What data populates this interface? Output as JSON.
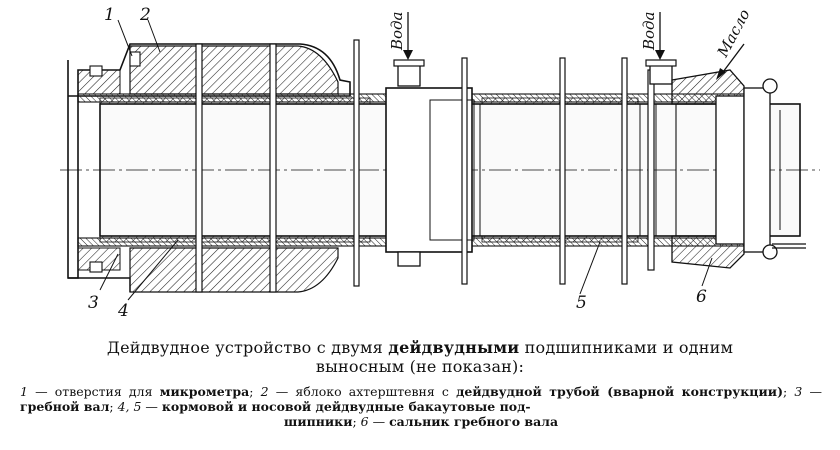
{
  "labels": {
    "l1": "1",
    "l2": "2",
    "l3": "3",
    "l4": "4",
    "l5": "5",
    "l6": "6",
    "water_1": "Вода",
    "water_2": "Вода",
    "oil": "Масло"
  },
  "caption": {
    "title_a": "Дейдвудное устройство с двумя ",
    "title_b": "дейдвудными",
    "title_c": " подшипниками и одним",
    "title_d": "выносным (не показан):",
    "n1": "1",
    "t1": " — отверстия для ",
    "t1b": "микрометра",
    "t1c": "; ",
    "n2": "2",
    "t2": " — яблоко ахтерштевня с ",
    "t2b": "дейдвудной трубой (вварной конструкции)",
    "t2c": "; ",
    "n3": "3",
    "t3": " — ",
    "t3b": "гребной вал",
    "t3c": "; ",
    "n45": "4, 5",
    "t45": " — ",
    "t45b": "кормовой и носовой дейдвудные бакаутовые под-",
    "t45c": "шипники",
    "t45d": "; ",
    "n6": "6",
    "t6": " — ",
    "t6b": "сальник гребного вала"
  }
}
